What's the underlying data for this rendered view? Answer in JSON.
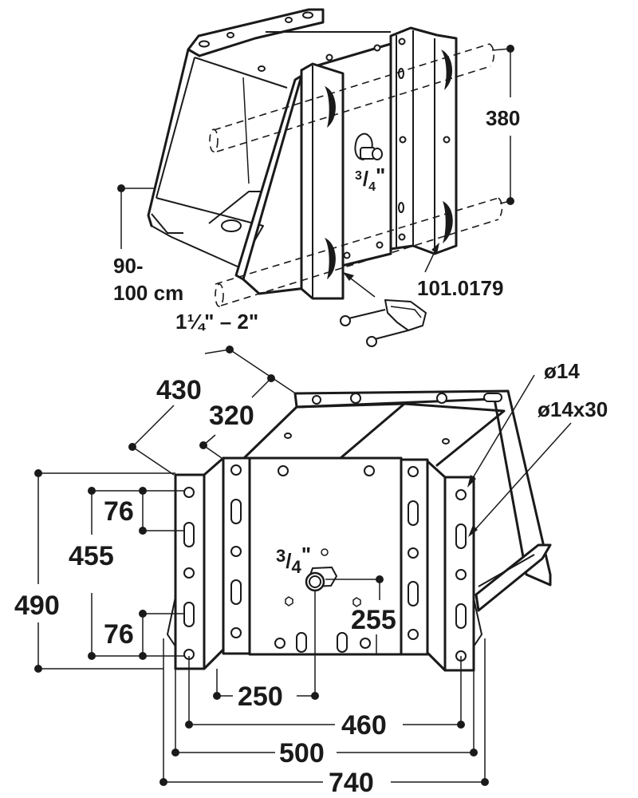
{
  "title": "Mounting bracket dimensional drawing",
  "colors": {
    "line": "#1a1a1a",
    "background": "#ffffff"
  },
  "top_view": {
    "labels": {
      "pipe_spacing": "380",
      "wall_distance_line1": "90-",
      "wall_distance_line2": "100 cm",
      "pipe_diameter_range": "1¼\" – 2\"",
      "part_number": "101.0179",
      "fitting_size_num": "3",
      "fitting_size_den": "4",
      "fitting_size_unit": "\""
    }
  },
  "front_view": {
    "labels": {
      "depth_outer": "430",
      "depth_inner": "320",
      "hole_diameter": "ø14",
      "slot_size": "ø14x30",
      "hole_spacing_top": "76",
      "hole_spacing_bottom": "76",
      "hole_span_vertical": "455",
      "height_total": "490",
      "fitting_height": "255",
      "fitting_offset": "250",
      "hole_span_horizontal": "460",
      "width_plate": "500",
      "width_total": "740",
      "fitting_size_num": "3",
      "fitting_size_den": "4",
      "fitting_size_unit": "\""
    }
  }
}
